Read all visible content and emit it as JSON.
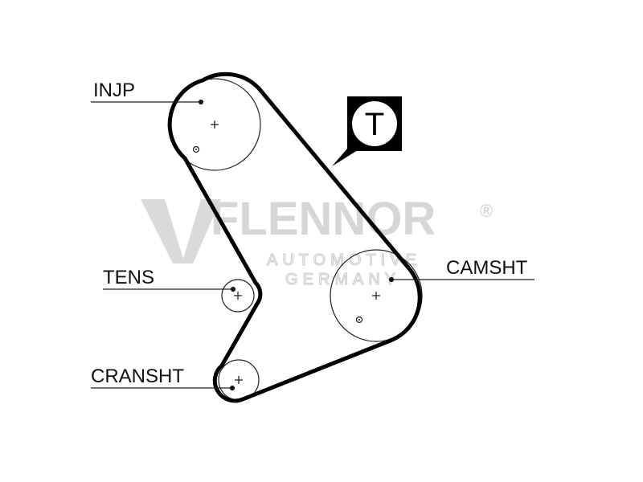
{
  "watermark": {
    "brand": "FLENNOR",
    "registered": "®",
    "line1": "AUTOMOTIVE",
    "line2": "GERMANY"
  },
  "labels": {
    "injp": "INJP",
    "tens": "TENS",
    "cranshaft": "CRANSHT",
    "camshaft": "CAMSHT"
  },
  "tension_badge": "T",
  "colors": {
    "belt": "#000000",
    "watermark": "#d6d6d6"
  }
}
